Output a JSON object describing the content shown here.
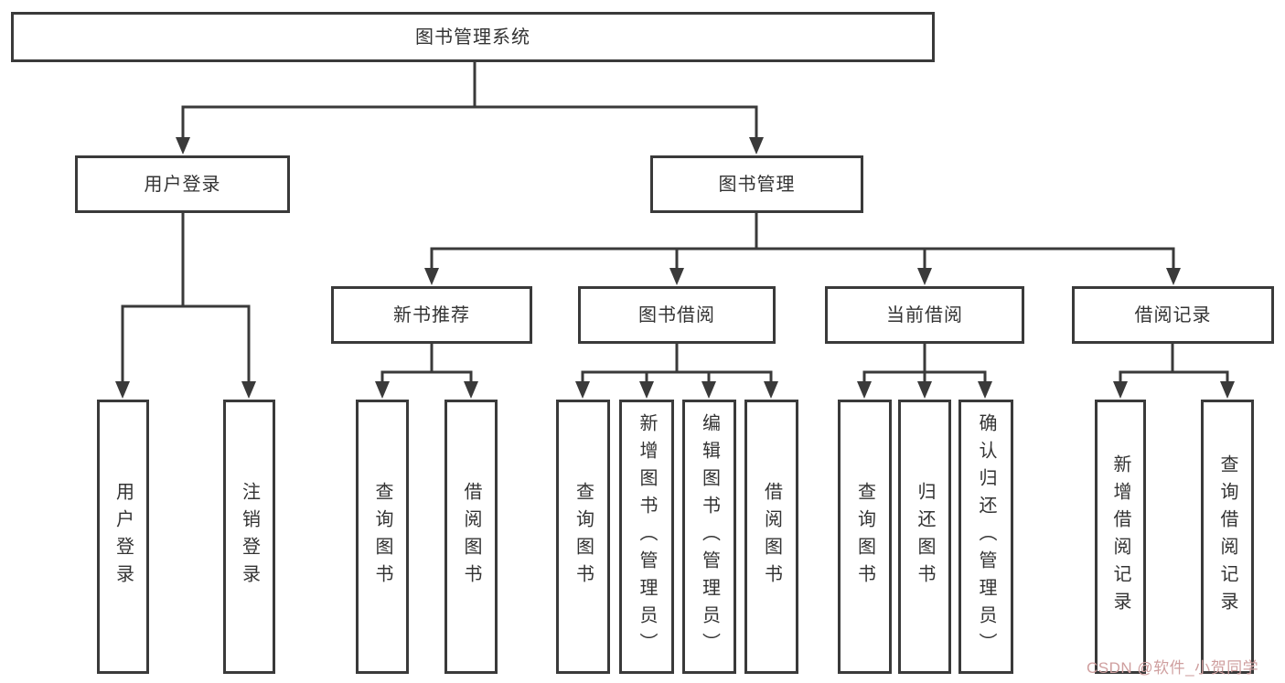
{
  "tree": {
    "root": {
      "label": "图书管理系统"
    },
    "level2": [
      {
        "label": "用户登录",
        "children": [
          {
            "label": "用户登录"
          },
          {
            "label": "注销登录"
          }
        ]
      },
      {
        "label": "图书管理",
        "subgroups": [
          {
            "label": "新书推荐",
            "children": [
              {
                "label": "查询图书"
              },
              {
                "label": "借阅图书"
              }
            ]
          },
          {
            "label": "图书借阅",
            "children": [
              {
                "label": "查询图书"
              },
              {
                "label": "新增图书（管理员）"
              },
              {
                "label": "编辑图书（管理员）"
              },
              {
                "label": "借阅图书"
              }
            ]
          },
          {
            "label": "当前借阅",
            "children": [
              {
                "label": "查询图书"
              },
              {
                "label": "归还图书"
              },
              {
                "label": "确认归还（管理员）"
              }
            ]
          },
          {
            "label": "借阅记录",
            "children": [
              {
                "label": "新增借阅记录"
              },
              {
                "label": "查询借阅记录"
              }
            ]
          }
        ]
      }
    ]
  },
  "watermark": {
    "text": "CSDN @软件_小贺同学",
    "color": "#cf9f9f"
  },
  "colors": {
    "line": "#3a3a3a",
    "text": "#333333",
    "background": "#ffffff"
  }
}
